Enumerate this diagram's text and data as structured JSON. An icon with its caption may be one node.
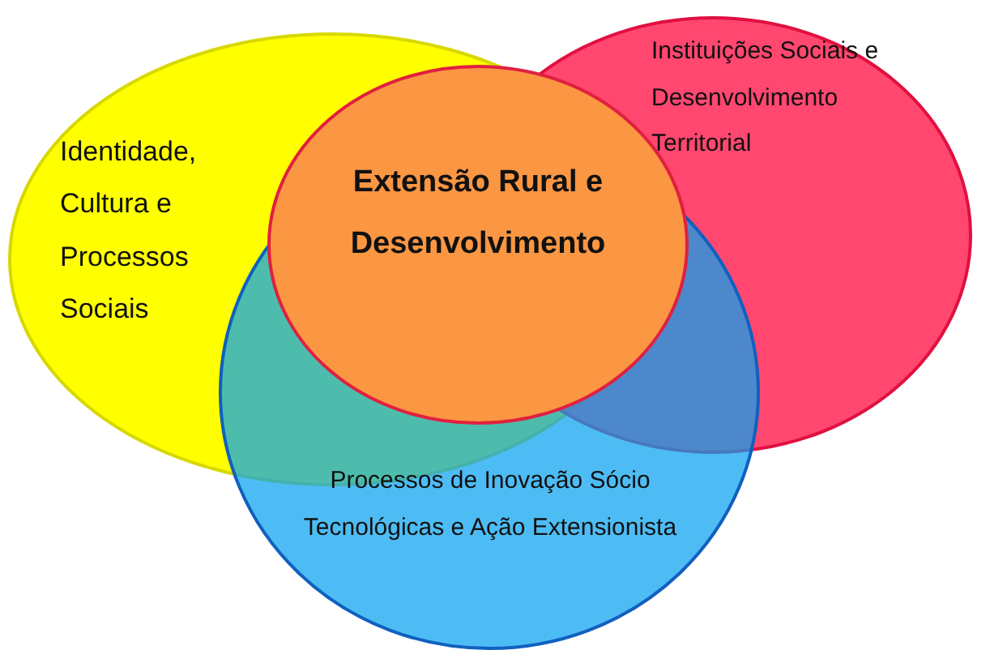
{
  "diagram": {
    "nodes": [
      {
        "text": [
          "Identidade, Cultura e Processos Sociais"
        ]
      },
      {
        "text": [
          "Instituições Sociais e Desenvolvimento Territorial"
        ]
      },
      {
        "text": [
          "Processos de Inovação Sócio Tecnológicas e Ação Extensionista"
        ]
      },
      {
        "text": [
          "Extensão Rural e Desenvolvimento"
        ]
      }
    ]
  }
}
